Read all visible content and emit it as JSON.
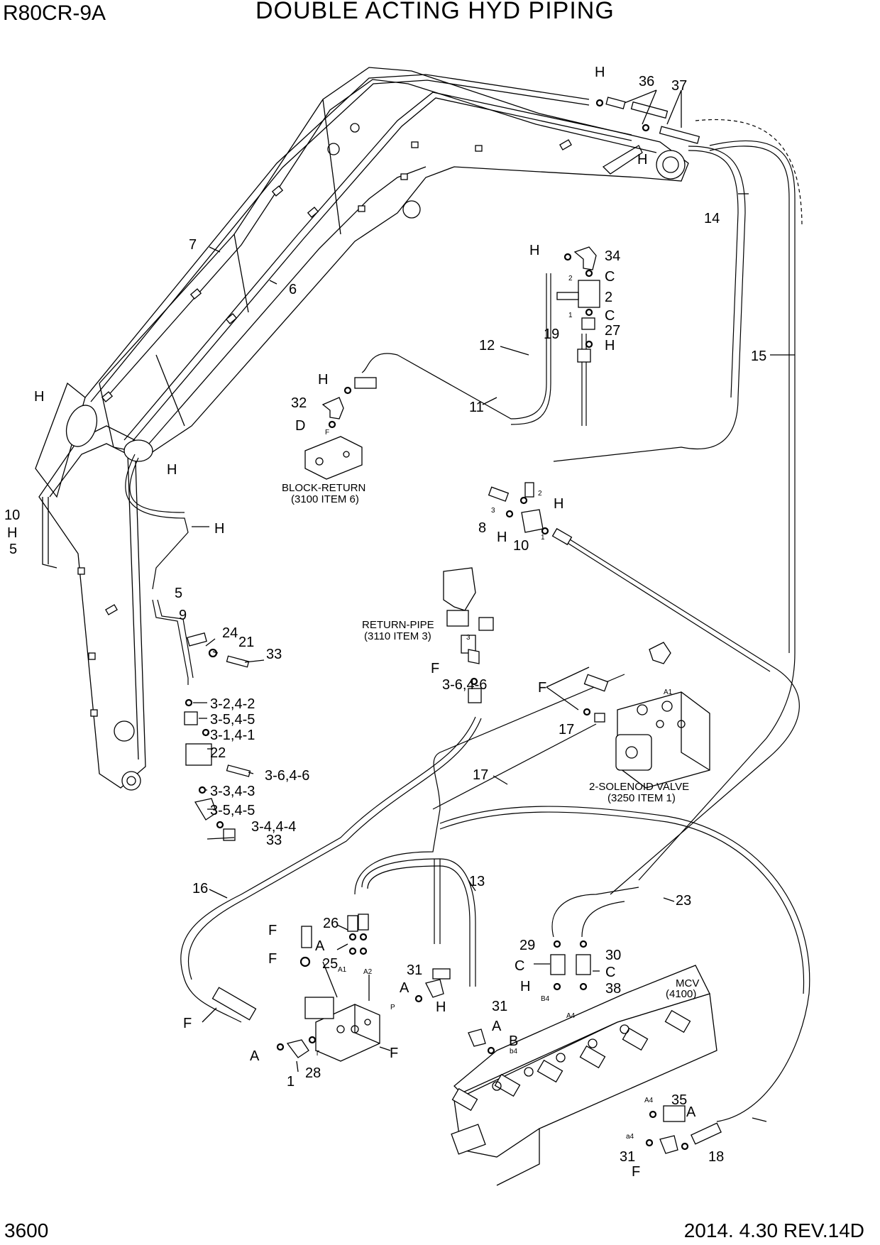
{
  "header": {
    "model": "R80CR-9A",
    "title": "DOUBLE ACTING HYD PIPING"
  },
  "footer": {
    "page": "3600",
    "revision": "2014. 4.30  REV.14D"
  },
  "captions": {
    "block_return": [
      "BLOCK-RETURN",
      "(3100 ITEM 6)"
    ],
    "return_pipe": [
      "RETURN-PIPE",
      "(3110 ITEM 3)"
    ],
    "solenoid_valve": [
      "2-SOLENOID VALVE",
      "(3250 ITEM 1)"
    ],
    "mcv": [
      "MCV",
      "(4100)"
    ]
  },
  "callouts": [
    "H",
    "36",
    "37",
    "H",
    "14",
    "7",
    "6",
    "H",
    "34",
    "C",
    "2",
    "C",
    "27",
    "H",
    "19",
    "12",
    "15",
    "H",
    "32",
    "D",
    "11",
    "H",
    "H",
    "10",
    "H",
    "5",
    "H",
    "8",
    "H",
    "10",
    "H",
    "5",
    "9",
    "24",
    "21",
    "33",
    "F",
    "3-6,4-6",
    "3-2,4-2",
    "3-5,4-5",
    "3-1,4-1",
    "22",
    "3-6,4-6",
    "3-3,4-3",
    "3-5,4-5",
    "3-4,4-4",
    "33",
    "F",
    "17",
    "17",
    "16",
    "13",
    "23",
    "F",
    "26",
    "A",
    "25",
    "F",
    "31",
    "A",
    "H",
    "29",
    "C",
    "H",
    "30",
    "C",
    "38",
    "F",
    "A",
    "28",
    "1",
    "F",
    "31",
    "A",
    "B",
    "35",
    "A",
    "31",
    "F",
    "18"
  ],
  "port_marks": [
    "F",
    "2",
    "1",
    "3",
    "2",
    "1",
    "3",
    "A1",
    "A1",
    "A2",
    "P",
    "T",
    "B4",
    "A4",
    "b4",
    "A4",
    "a4"
  ]
}
